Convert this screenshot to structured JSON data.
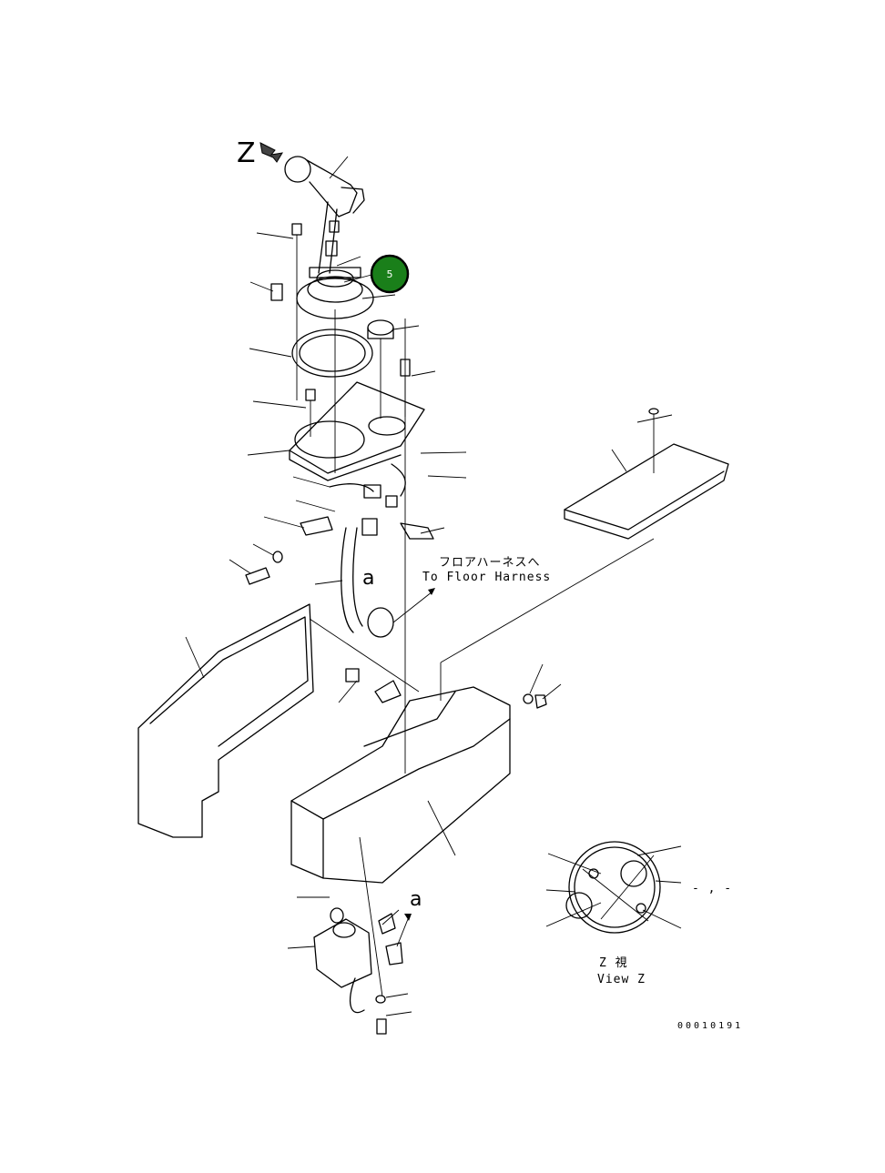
{
  "view_marker": "Z",
  "callout": {
    "number": "5",
    "color": "#1a7f1a",
    "ring": "#000000"
  },
  "harness_note": {
    "jp": "フロアハーネスへ",
    "en": "To Floor Harness"
  },
  "connector_labels": {
    "a_top": "a",
    "a_bottom": "a"
  },
  "view_caption": {
    "jp": "Z 視",
    "en": "View Z"
  },
  "drawing_number": "00010191",
  "side_note": "- , -"
}
